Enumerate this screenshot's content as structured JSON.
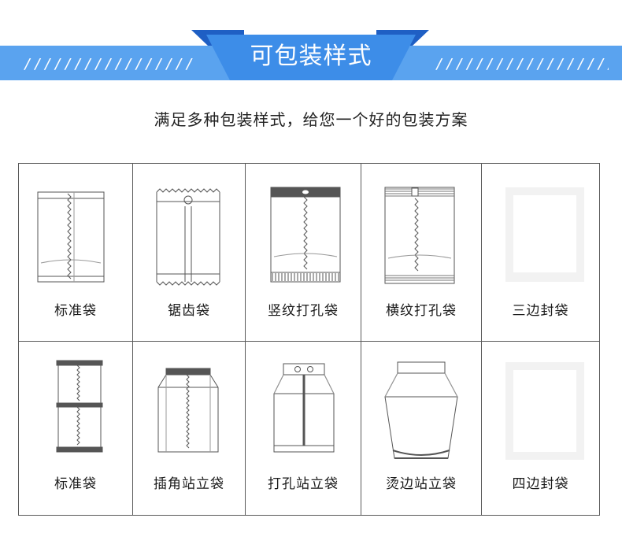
{
  "header": {
    "title": "可包装样式",
    "decoration": "//////////////////",
    "colors": {
      "primary": "#3d8de8",
      "dark": "#1f5fc4"
    }
  },
  "subtitle": "满足多种包装样式，给您一个好的包装方案",
  "bags": [
    {
      "label": "标准袋",
      "shape": "standard-bag-icon"
    },
    {
      "label": "锯齿袋",
      "shape": "sawtooth-bag-icon"
    },
    {
      "label": "竖纹打孔袋",
      "shape": "vertical-stripe-hole-bag-icon"
    },
    {
      "label": "横纹打孔袋",
      "shape": "horizontal-stripe-hole-bag-icon"
    },
    {
      "label": "三边封袋",
      "shape": "three-side-seal-bag-icon"
    },
    {
      "label": "标准袋",
      "shape": "double-standard-bag-icon"
    },
    {
      "label": "插角站立袋",
      "shape": "gusset-stand-bag-icon"
    },
    {
      "label": "打孔站立袋",
      "shape": "hole-stand-bag-icon"
    },
    {
      "label": "烫边站立袋",
      "shape": "heat-edge-stand-bag-icon"
    },
    {
      "label": "四边封袋",
      "shape": "four-side-seal-bag-icon"
    }
  ]
}
